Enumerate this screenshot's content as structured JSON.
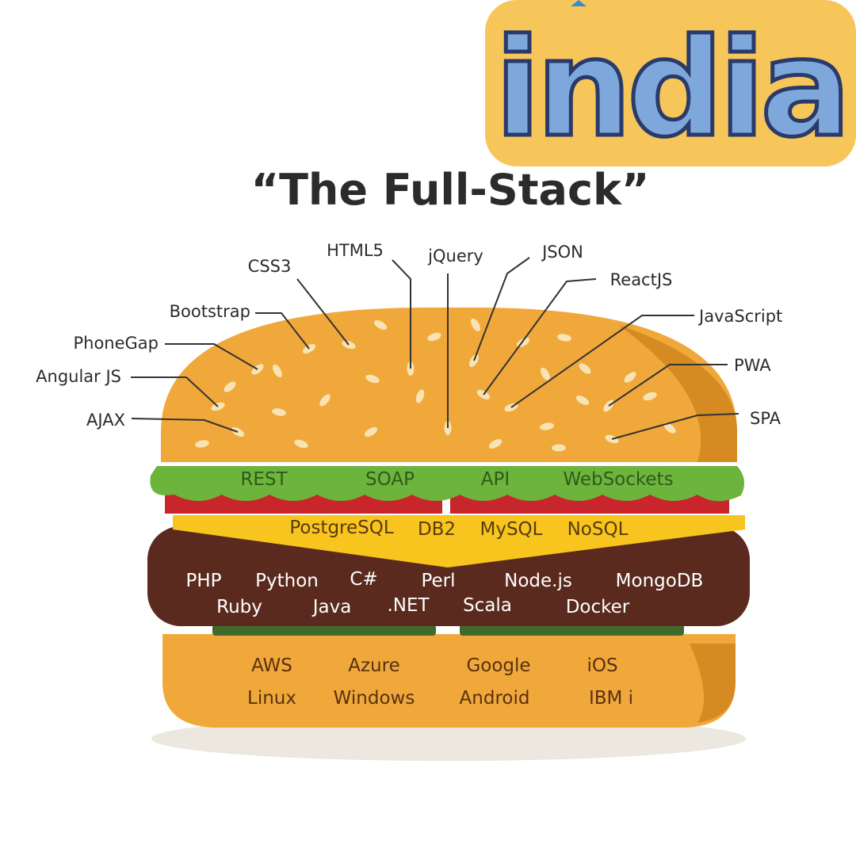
{
  "logo": {
    "text": "india"
  },
  "title": "“The Full-Stack”",
  "top_labels": [
    "CSS3",
    "HTML5",
    "jQuery",
    "JSON",
    "ReactJS",
    "Bootstrap",
    "JavaScript",
    "PhoneGap",
    "PWA",
    "Angular JS",
    "AJAX",
    "SPA"
  ],
  "lettuce_labels": [
    "REST",
    "SOAP",
    "API",
    "WebSockets"
  ],
  "cheese_labels": [
    "PostgreSQL",
    "DB2",
    "MySQL",
    "NoSQL"
  ],
  "patty_labels_row1": [
    "PHP",
    "Python",
    "C#",
    "Perl",
    "Node.js",
    "MongoDB"
  ],
  "patty_labels_row2": [
    "Ruby",
    "Java",
    ".NET",
    "Scala",
    "Docker"
  ],
  "bottom_labels_row1": [
    "AWS",
    "Azure",
    "Google",
    "iOS"
  ],
  "bottom_labels_row2": [
    "Linux",
    "Windows",
    "Android",
    "IBM i"
  ],
  "colors": {
    "bun": "#f0a83a",
    "bun_shade": "#d68a22",
    "seed": "#f8e3b4",
    "lettuce": "#6db43d",
    "tomato": "#c8262a",
    "cheese": "#f7c51d",
    "patty": "#5a2a1e",
    "grill": "#3f6a2a",
    "lettuce_text": "#2f5a1a",
    "cheese_text": "#5a3a10",
    "patty_text": "#ffffff",
    "bun_text": "#5a3010",
    "logo_blue": "#7ea7dc",
    "logo_yellow": "#f6c65a",
    "logo_red": "#b84a4a"
  }
}
